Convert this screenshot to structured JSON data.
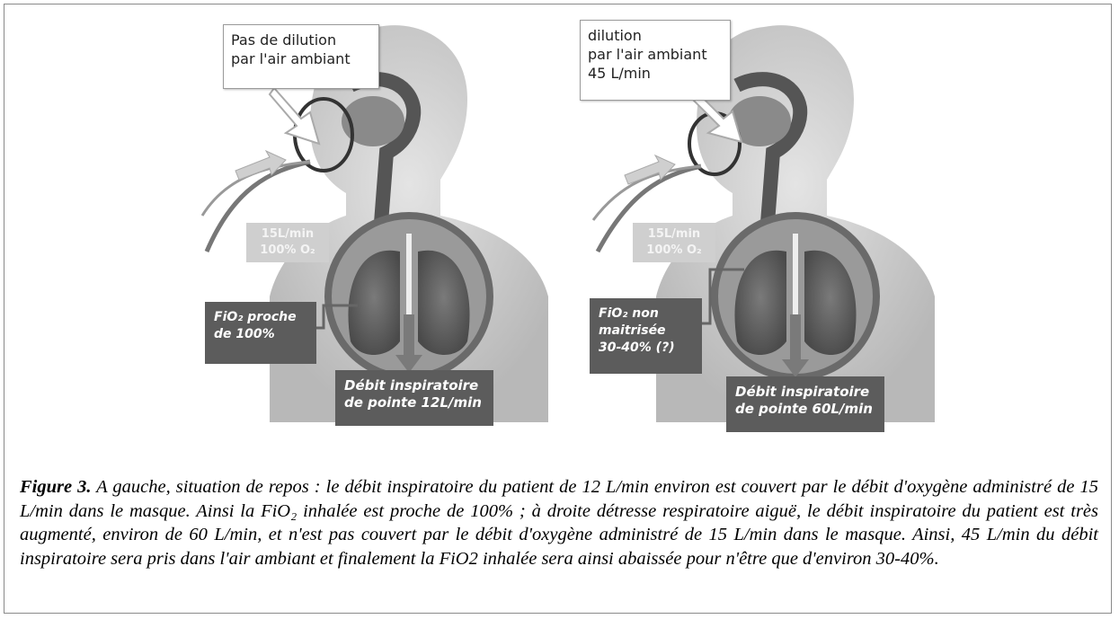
{
  "left_panel": {
    "callout_lines": [
      "Pas de dilution",
      "par l'air ambiant"
    ],
    "o2_lines": [
      "15L/min",
      "100% O₂"
    ],
    "fio2_lines": [
      "FiO₂ proche",
      "de 100%"
    ],
    "flow_lines": [
      "Débit inspiratoire",
      "de pointe 12L/min"
    ]
  },
  "right_panel": {
    "callout_lines": [
      "dilution",
      "par l'air ambiant",
      "45 L/min"
    ],
    "o2_lines": [
      "15L/min",
      "100% O₂"
    ],
    "fio2_lines": [
      "FiO₂ non",
      "maitrisée",
      "30-40% (?)"
    ],
    "flow_lines": [
      "Débit inspiratoire",
      "de pointe 60L/min"
    ]
  },
  "caption": {
    "figure_label": "Figure 3.",
    "text": " A gauche, situation de repos : le débit inspiratoire du patient de 12 L/min environ est couvert par le débit d'oxygène administré de 15 L/min dans le masque. Ainsi la FiO₂ inhalée est proche de 100% ; à droite détresse respiratoire aiguë, le débit inspiratoire du patient est très augmenté, environ de 60 L/min, et n'est pas couvert par le débit d'oxygène administré de 15 L/min dans le masque. Ainsi, 45 L/min du débit inspiratoire sera pris dans l'air ambiant et finalement la FiO2 inhalée sera ainsi abaissée pour n'être que d'environ 30-40%."
  }
}
